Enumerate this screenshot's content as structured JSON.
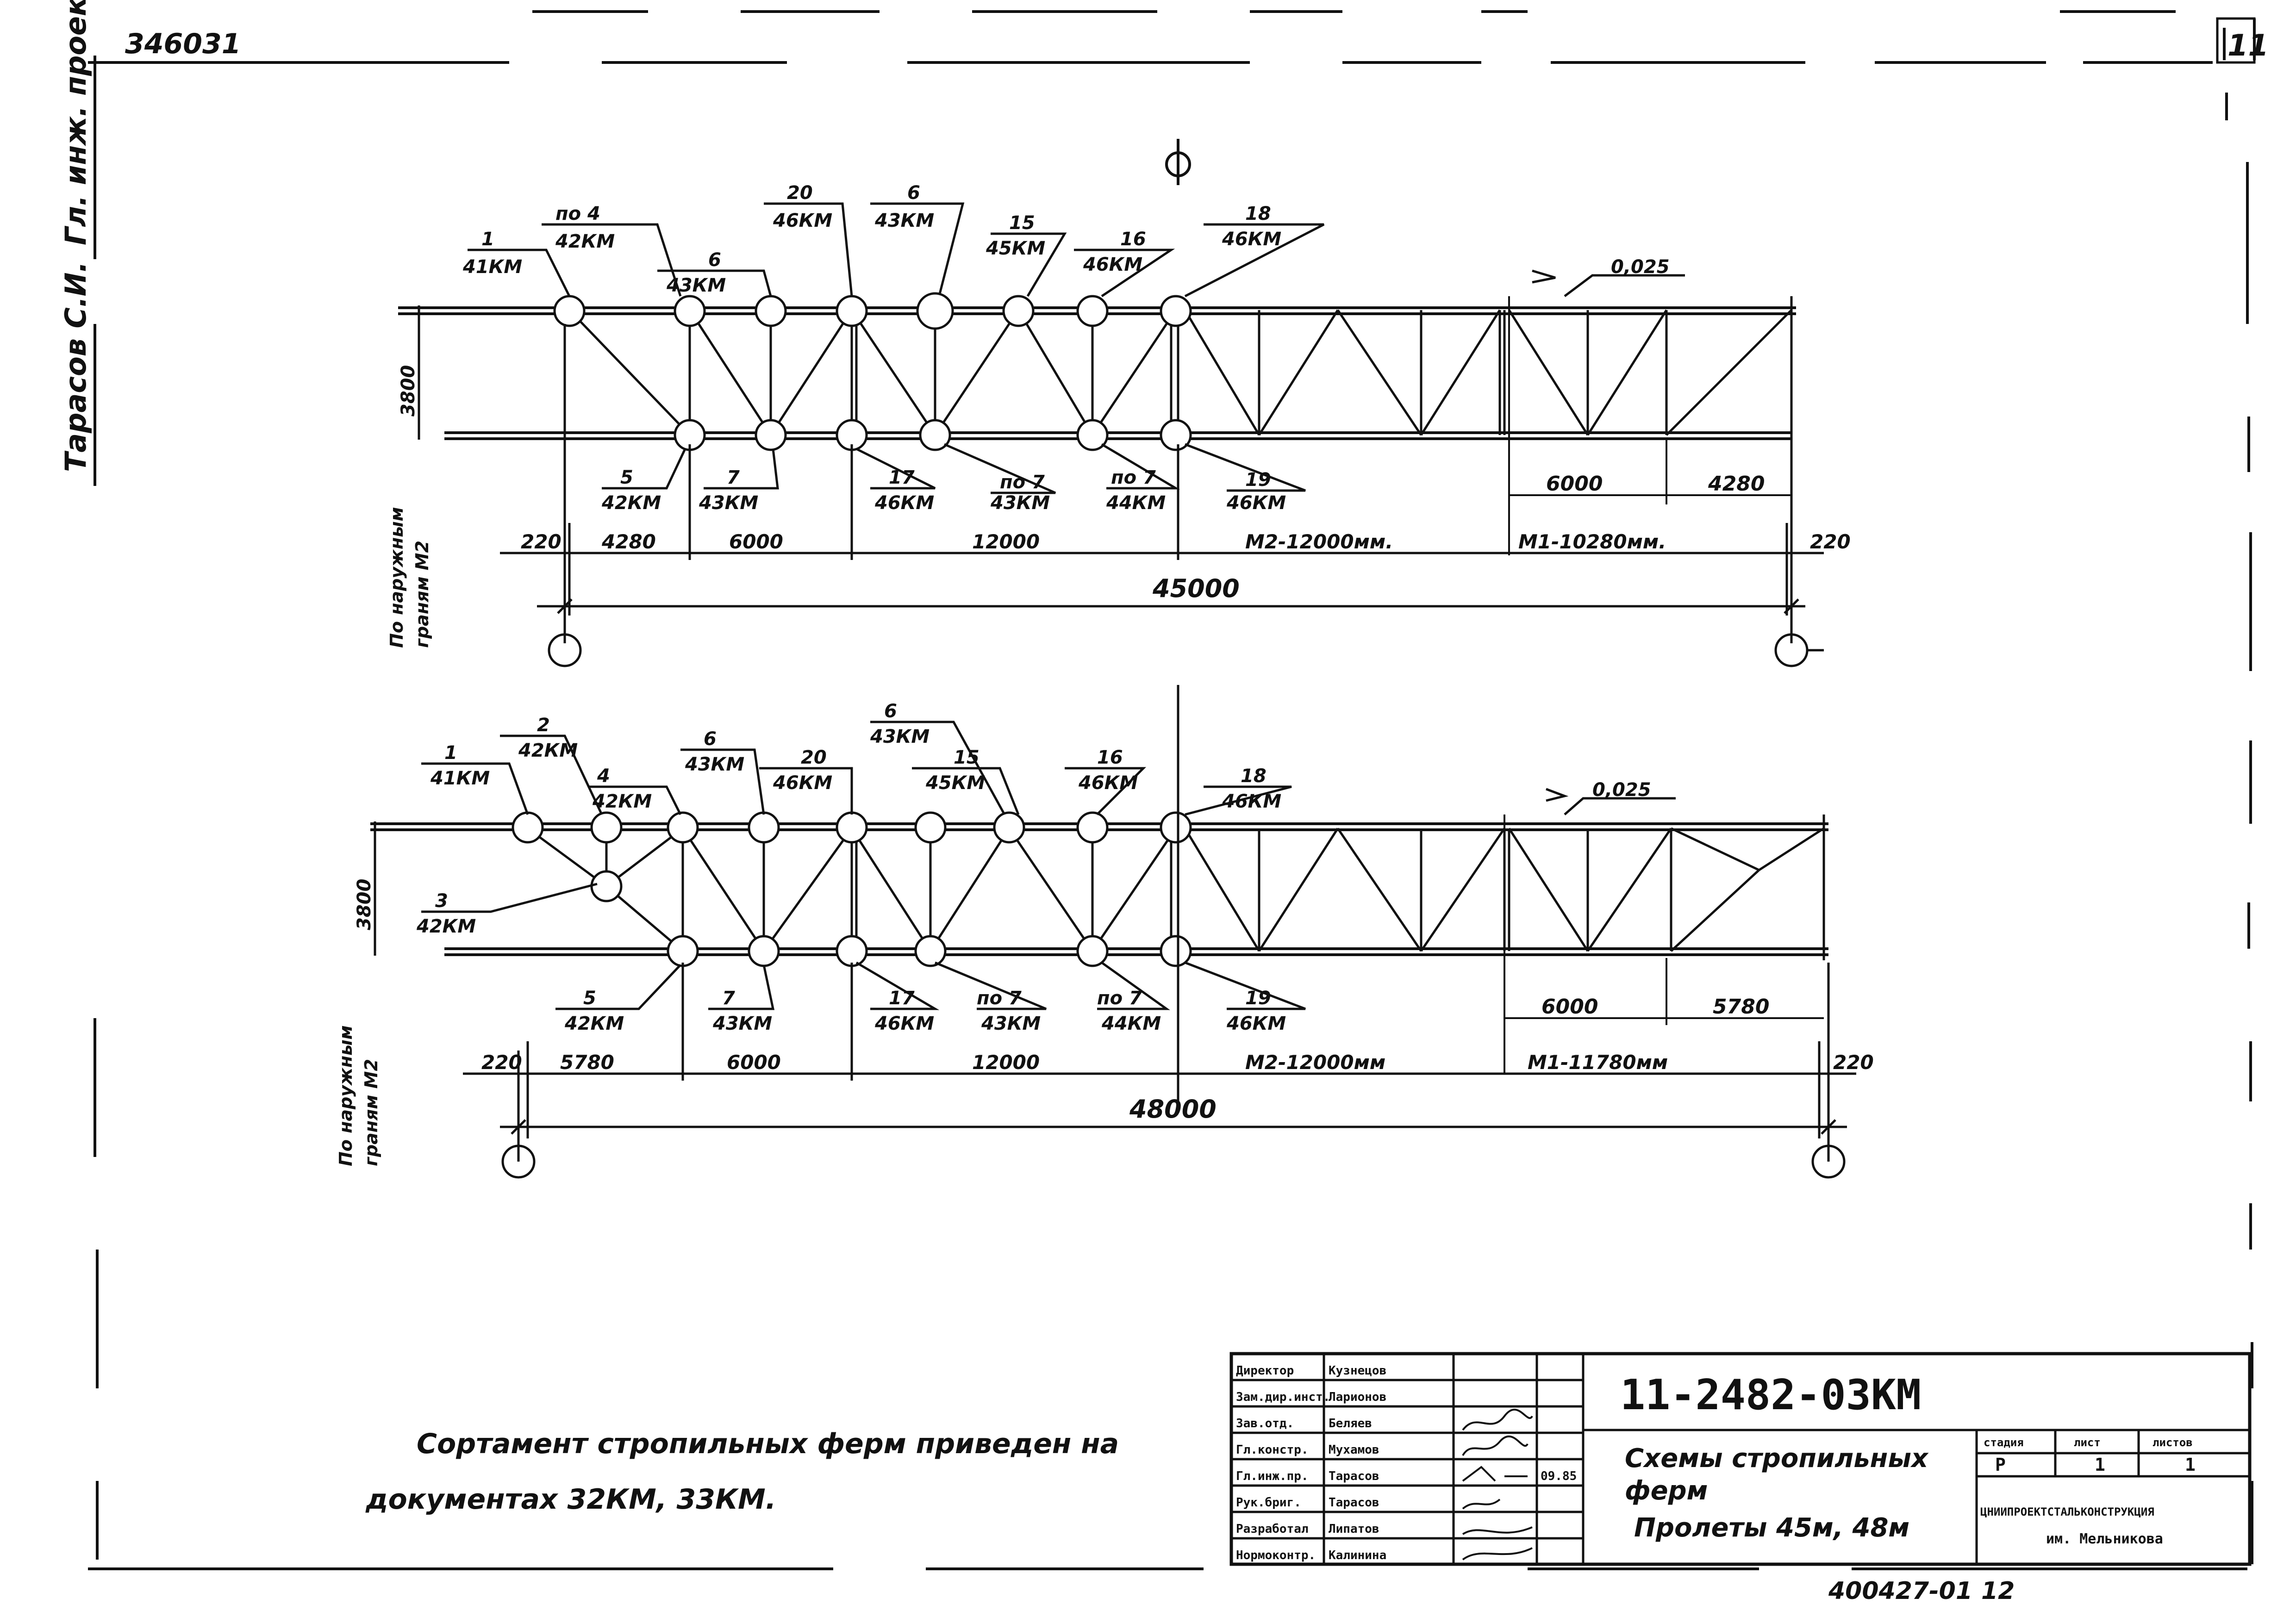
{
  "header": {
    "archive_number": "346031",
    "sheet_number": "11"
  },
  "side_stamp": {
    "chief_engineer_label": "Гл. инж. проекта",
    "chief_engineer_name": "Тарасов С.И."
  },
  "truss_45": {
    "height": "3800",
    "side_note_1": "По наружным",
    "side_note_2": "граням М2",
    "slope": "0,025",
    "callouts": [
      {
        "num": "1",
        "doc": "41КМ"
      },
      {
        "num": "по 4",
        "doc": "42КМ"
      },
      {
        "num": "6",
        "doc": "43КМ"
      },
      {
        "num": "20",
        "doc": "46КМ"
      },
      {
        "num": "6",
        "doc": "43КМ"
      },
      {
        "num": "15",
        "doc": "45КМ"
      },
      {
        "num": "16",
        "doc": "46КМ"
      },
      {
        "num": "18",
        "doc": "46КМ"
      },
      {
        "num": "5",
        "doc": "42КМ"
      },
      {
        "num": "7",
        "doc": "43КМ"
      },
      {
        "num": "17",
        "doc": "46КМ"
      },
      {
        "num": "по 7",
        "doc": "43КМ"
      },
      {
        "num": "по 7",
        "doc": "44КМ"
      },
      {
        "num": "19",
        "doc": "46КМ"
      }
    ],
    "upper_dims": [
      "6000",
      "4280"
    ],
    "dims": [
      "220",
      "4280",
      "6000",
      "12000",
      "М2-12000мм.",
      "М1-10280мм.",
      "220"
    ],
    "total": "45000"
  },
  "truss_48": {
    "height": "3800",
    "side_note_1": "По наружным",
    "side_note_2": "граням М2",
    "slope": "0,025",
    "callouts": [
      {
        "num": "1",
        "doc": "41КМ"
      },
      {
        "num": "2",
        "doc": "42КМ"
      },
      {
        "num": "4",
        "doc": "42КМ"
      },
      {
        "num": "6",
        "doc": "43КМ"
      },
      {
        "num": "20",
        "doc": "46КМ"
      },
      {
        "num": "6",
        "doc": "43КМ"
      },
      {
        "num": "15",
        "doc": "45КМ"
      },
      {
        "num": "16",
        "doc": "46КМ"
      },
      {
        "num": "18",
        "doc": "46КМ"
      },
      {
        "num": "3",
        "doc": "42КМ"
      },
      {
        "num": "5",
        "doc": "42КМ"
      },
      {
        "num": "7",
        "doc": "43КМ"
      },
      {
        "num": "17",
        "doc": "46КМ"
      },
      {
        "num": "по 7",
        "doc": "43КМ"
      },
      {
        "num": "по 7",
        "doc": "44КМ"
      },
      {
        "num": "19",
        "doc": "46КМ"
      }
    ],
    "upper_dims": [
      "6000",
      "5780"
    ],
    "dims": [
      "220",
      "5780",
      "6000",
      "12000",
      "М2-12000мм",
      "М1-11780мм",
      "220"
    ],
    "total": "48000"
  },
  "note": {
    "line1": "Сортамент стропильных ферм приведен на",
    "line2": "документах 32КМ, 33КМ."
  },
  "title_block": {
    "doc_code": "11-2482-03КМ",
    "title_line1": "Схемы стропильных",
    "title_line2": "ферм",
    "title_line3": "Пролеты 45м, 48м",
    "stage_header": "стадия",
    "sheet_header": "лист",
    "sheets_header": "листов",
    "stage": "Р",
    "sheet": "1",
    "sheets": "1",
    "org_line1": "ЦНИИПРОЕКТСТАЛЬКОНСТРУКЦИЯ",
    "org_line2": "им. Мельникова",
    "roles": [
      {
        "role": "Директор",
        "name": "Кузнецов"
      },
      {
        "role": "Зам.дир.инст.",
        "name": "Ларионов"
      },
      {
        "role": "Зав.отд.",
        "name": "Беляев"
      },
      {
        "role": "Гл.констр.",
        "name": "Мухамов"
      },
      {
        "role": "Гл.инж.пр.",
        "name": "Тарасов"
      },
      {
        "role": "Рук.бриг.",
        "name": "Тарасов"
      },
      {
        "role": "Разработал",
        "name": "Липатов"
      },
      {
        "role": "Нормоконтр.",
        "name": "Калинина"
      }
    ],
    "date": "09.85"
  },
  "footer": {
    "inventory": "400427-01",
    "page": "12"
  }
}
